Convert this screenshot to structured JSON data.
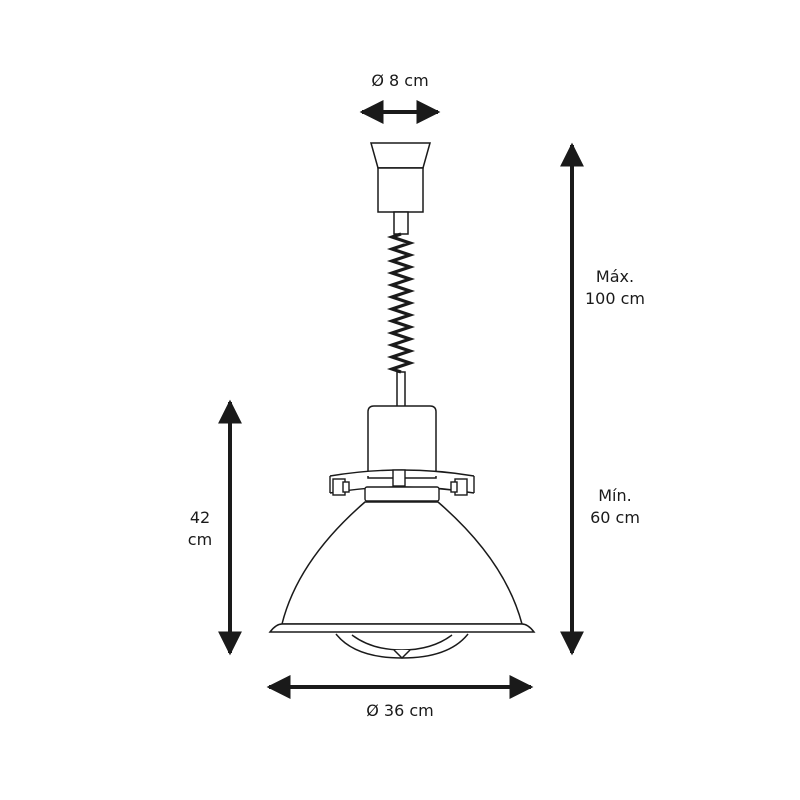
{
  "dimensions": {
    "top_width": "Ø 8 cm",
    "bottom_width": "Ø 36 cm",
    "height": {
      "line1": "42",
      "line2": "cm"
    },
    "max_length": {
      "line1": "Máx.",
      "line2": "100 cm"
    },
    "min_length": {
      "line1": "Mín.",
      "line2": "60 cm"
    }
  },
  "colors": {
    "stroke": "#1a1a1a",
    "fill": "#ffffff"
  }
}
